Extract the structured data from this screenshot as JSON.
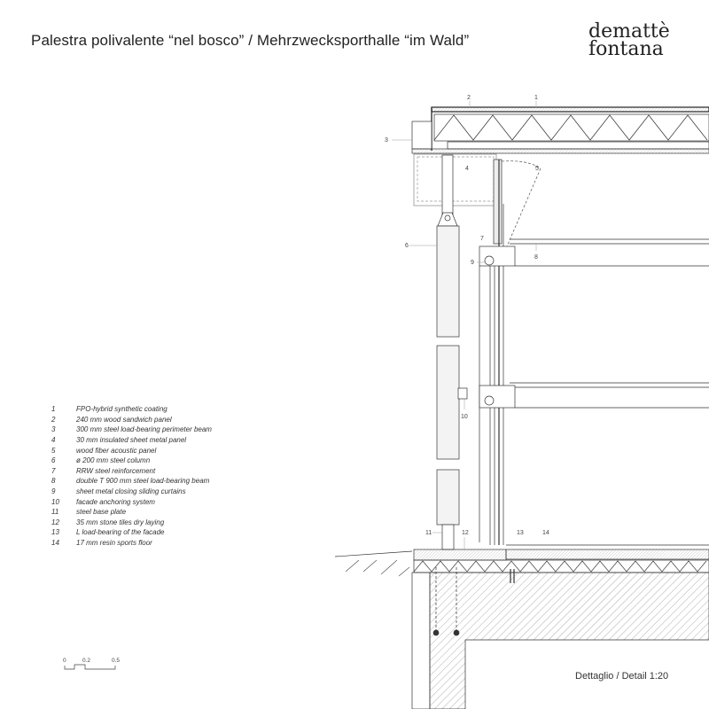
{
  "header": {
    "title": "Palestra polivalente “nel bosco” / Mehrzwecksporthalle “im Wald”",
    "logo_line1": "demattè",
    "logo_line2": "fontana"
  },
  "legend": [
    {
      "num": "1",
      "text": "FPO-hybrid synthetic coating"
    },
    {
      "num": "2",
      "text": "240 mm wood sandwich panel"
    },
    {
      "num": "3",
      "text": "300 mm steel load-bearing perimeter beam"
    },
    {
      "num": "4",
      "text": "30 mm insulated sheet metal panel"
    },
    {
      "num": "5",
      "text": "wood fiber acoustic panel"
    },
    {
      "num": "6",
      "text": "ø 200 mm steel column"
    },
    {
      "num": "7",
      "text": "RRW steel reinforcement"
    },
    {
      "num": "8",
      "text": "double T 900 mm steel load-bearing beam"
    },
    {
      "num": "9",
      "text": "sheet metal closing sliding curtains"
    },
    {
      "num": "10",
      "text": "facade anchoring system"
    },
    {
      "num": "11",
      "text": "steel base plate"
    },
    {
      "num": "12",
      "text": "35 mm stone tiles dry laying"
    },
    {
      "num": "13",
      "text": "L load-bearing of the facade"
    },
    {
      "num": "14",
      "text": "17 mm resin sports floor"
    }
  ],
  "callouts": {
    "c1": "1",
    "c2": "2",
    "c3": "3",
    "c4": "4",
    "c5": "5",
    "c6": "6",
    "c7": "7",
    "c8": "8",
    "c9": "9",
    "c10": "10",
    "c11": "11",
    "c12": "12",
    "c13": "13",
    "c14": "14"
  },
  "scale_bar": {
    "t0": "0",
    "t1": "0.2",
    "t2": "0.5"
  },
  "caption": "Dettaglio / Detail 1:20"
}
